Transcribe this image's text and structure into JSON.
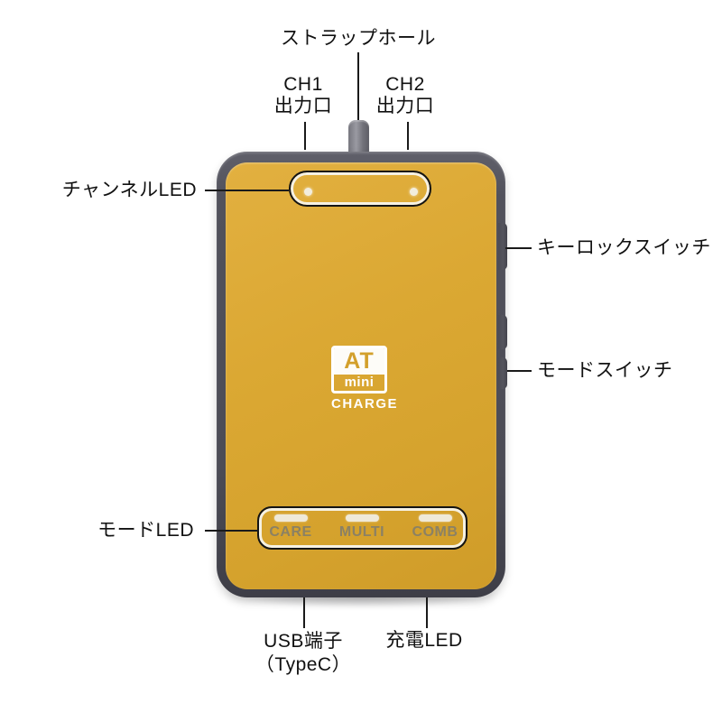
{
  "product": {
    "logo_at": "AT",
    "logo_mini": "mini",
    "logo_charge": "CHARGE",
    "mode_labels": [
      "CARE",
      "MULTI",
      "COMB"
    ]
  },
  "annotations": {
    "strap_hole": "ストラップホール",
    "ch1_line1": "CH1",
    "ch1_line2": "出力口",
    "ch2_line1": "CH2",
    "ch2_line2": "出力口",
    "channel_led": "チャンネルLED",
    "key_lock_switch": "キーロックスイッチ",
    "mode_switch": "モードスイッチ",
    "mode_led": "モードLED",
    "usb_line1": "USB端子",
    "usb_line2": "（TypeC）",
    "charge_led": "充電LED"
  },
  "colors": {
    "body_yellow": "#D9A630",
    "frame_gray": "#4C4C56",
    "led_cream": "#EFE9D8",
    "mode_text": "#8B8164",
    "callout_outline_black": "#141414",
    "callout_outline_white": "#F6F1E3",
    "annotation_text": "#111111"
  }
}
